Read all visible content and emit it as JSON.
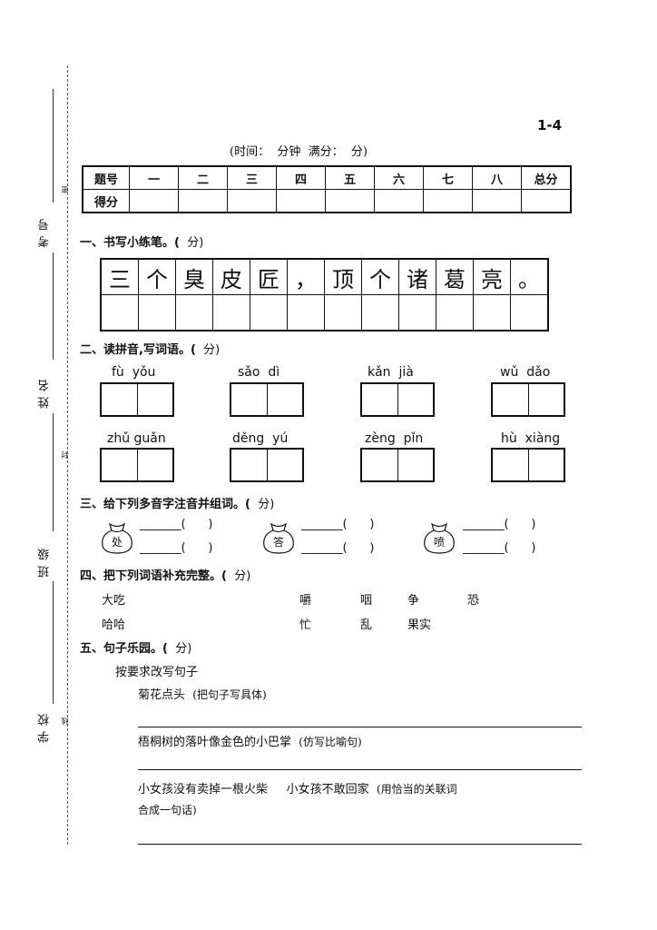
{
  "side": {
    "kaohao": "考号",
    "xingming": "姓名",
    "banji": "班级",
    "xuexiao": "学校",
    "marks": [
      "密",
      "封",
      "线"
    ]
  },
  "page_number": "1-4",
  "header": {
    "time_line": "(时间：  分钟  满分：  分)"
  },
  "score_table": {
    "row1": [
      "题号",
      "一",
      "二",
      "三",
      "四",
      "五",
      "六",
      "七",
      "八",
      "总分"
    ],
    "row2_label": "得分"
  },
  "sections": {
    "s1": {
      "title": "一、书写小练笔。(",
      "pts": "  分)"
    },
    "s2": {
      "title": "二、读拼音,写词语。(",
      "pts": "  分)"
    },
    "s3": {
      "title": "三、给下列多音字注音并组词。(",
      "pts": "  分)"
    },
    "s4": {
      "title": "四、把下列词语补充完整。(",
      "pts": "  分)"
    },
    "s5": {
      "title": "五、句子乐园。(",
      "pts": "  分)"
    }
  },
  "writing_chars": [
    "三",
    "个",
    "臭",
    "皮",
    "匠",
    "，",
    "顶",
    "个",
    "诸",
    "葛",
    "亮",
    "。"
  ],
  "pinyin": [
    "fù  yǒu",
    "sǎo  dì",
    "kǎn  jià",
    "wǔ  dǎo",
    "zhǔ guǎn",
    "děng  yú",
    "zèng  pǐn",
    "hù  xiàng"
  ],
  "polyphones": [
    "处",
    "答",
    "喷"
  ],
  "blank_pattern": "_______(      )",
  "completion": {
    "left": [
      "大吃",
      "哈哈"
    ],
    "row1": [
      "嚼",
      "咽",
      "争",
      "恐"
    ],
    "row2": [
      "忙",
      "乱",
      "果实"
    ]
  },
  "sentences": {
    "instruction": "按要求改写句子",
    "q1": "菊花点头",
    "q1_note": "(把句子写具体)",
    "q2": "梧桐树的落叶像金色的小巴掌",
    "q2_note": "(仿写比喻句)",
    "q3": "小女孩没有卖掉一根火柴     小女孩不敢回家",
    "q3_note": "(用恰当的关联词",
    "q3_note2": "合成一句话)"
  }
}
